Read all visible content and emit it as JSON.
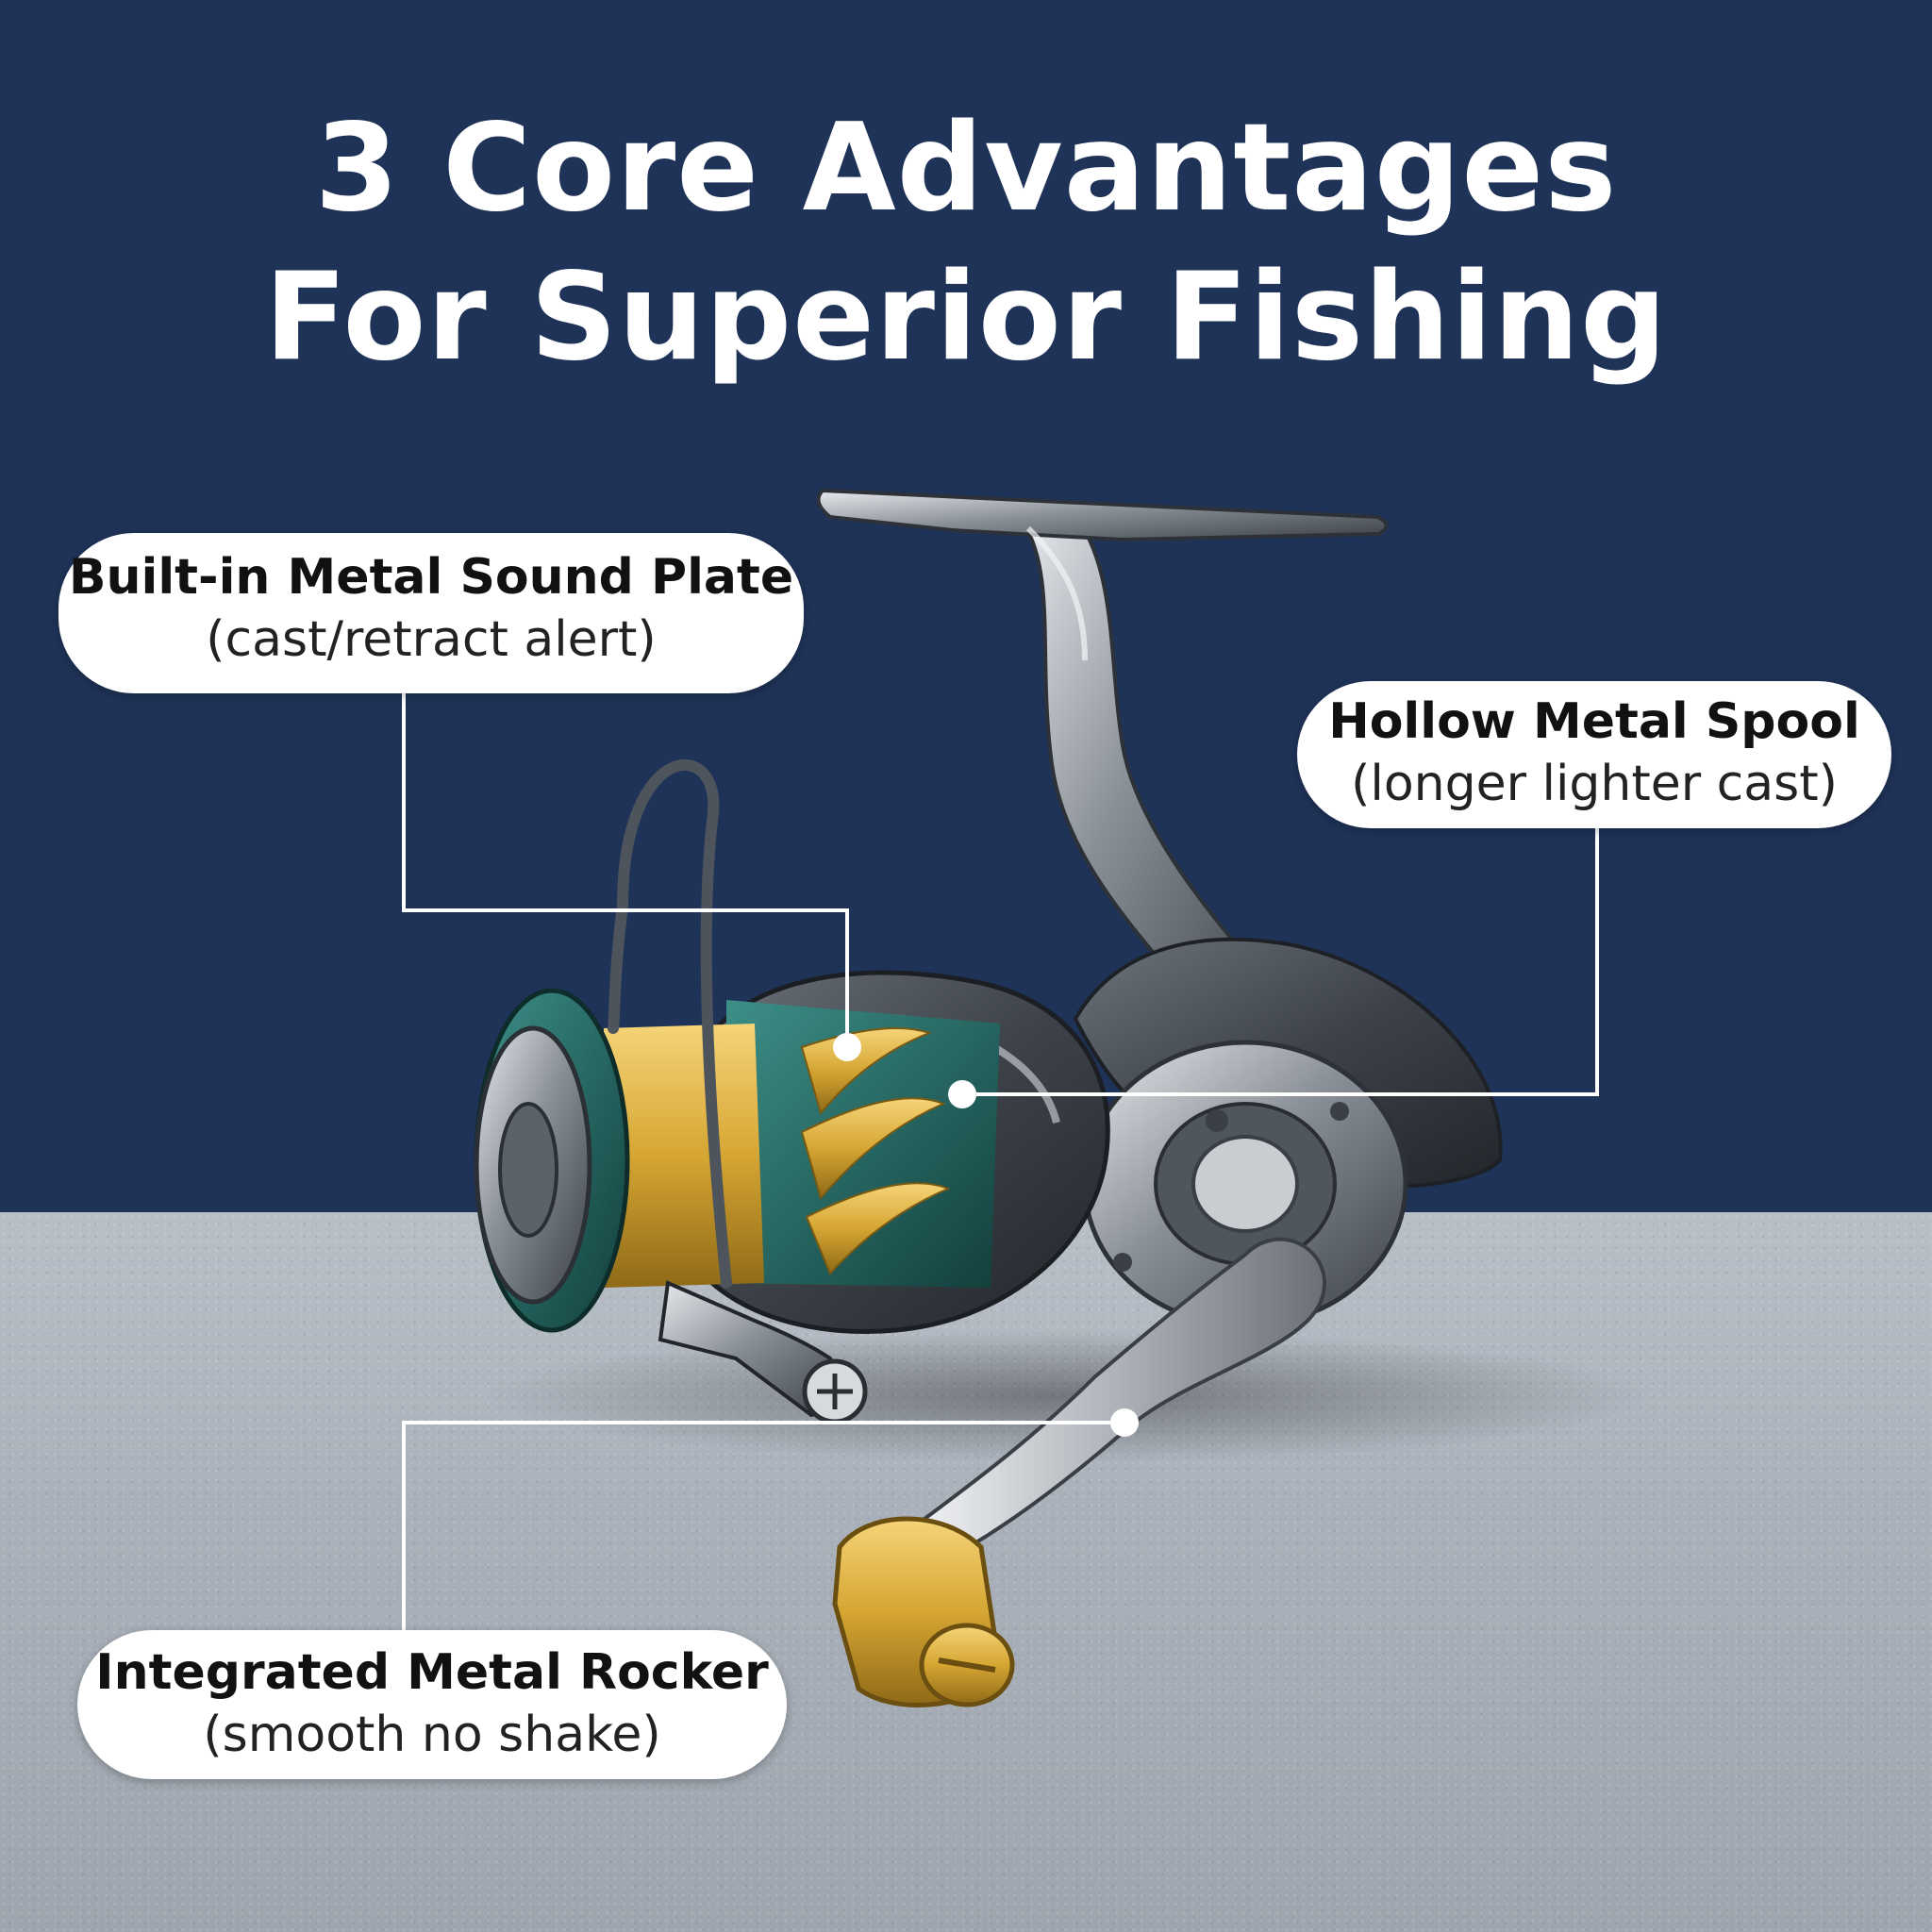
{
  "headline": {
    "line1": "3 Core Advantages",
    "line2": "For Superior Fishing"
  },
  "callouts": [
    {
      "title": "Built-in Metal Sound Plate",
      "subtitle": "(cast/retract alert)"
    },
    {
      "title": "Hollow Metal Spool",
      "subtitle": "(longer lighter cast)"
    },
    {
      "title": "Integrated Metal Rocker",
      "subtitle": "(smooth no shake)"
    }
  ],
  "colors": {
    "background": "#1f3358",
    "surface": "#aab1ba",
    "spool_gold": "#d9ad3a",
    "spool_teal": "#1f6b66",
    "reel_metal": "#8e949b"
  }
}
